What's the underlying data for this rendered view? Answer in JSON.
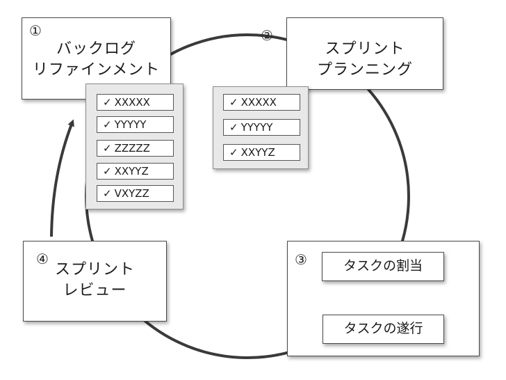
{
  "steps": {
    "refinement": {
      "number": "①",
      "line1": "バックログ",
      "line2": "リファインメント"
    },
    "planning": {
      "number": "②",
      "line1": "スプリント",
      "line2": "プランニング"
    },
    "execution": {
      "number": "③"
    },
    "review": {
      "number": "④",
      "line1": "スプリント",
      "line2": "レビュー"
    }
  },
  "backlog_items": [
    {
      "check": "✓",
      "label": "XXXXX"
    },
    {
      "check": "✓",
      "label": "YYYYY"
    },
    {
      "check": "✓",
      "label": "ZZZZZ"
    },
    {
      "check": "✓",
      "label": "XXYYZ"
    },
    {
      "check": "✓",
      "label": "VXYZZ"
    }
  ],
  "sprint_items": [
    {
      "check": "✓",
      "label": "XXXXX"
    },
    {
      "check": "✓",
      "label": "YYYYY"
    },
    {
      "check": "✓",
      "label": "XXYYZ"
    }
  ],
  "tasks": {
    "assign": "タスクの割当",
    "execute": "タスクの遂行"
  },
  "colors": {
    "cycle": "#3a3a3a",
    "panel": "#e8e8e8",
    "border": "#4a4a4a"
  }
}
